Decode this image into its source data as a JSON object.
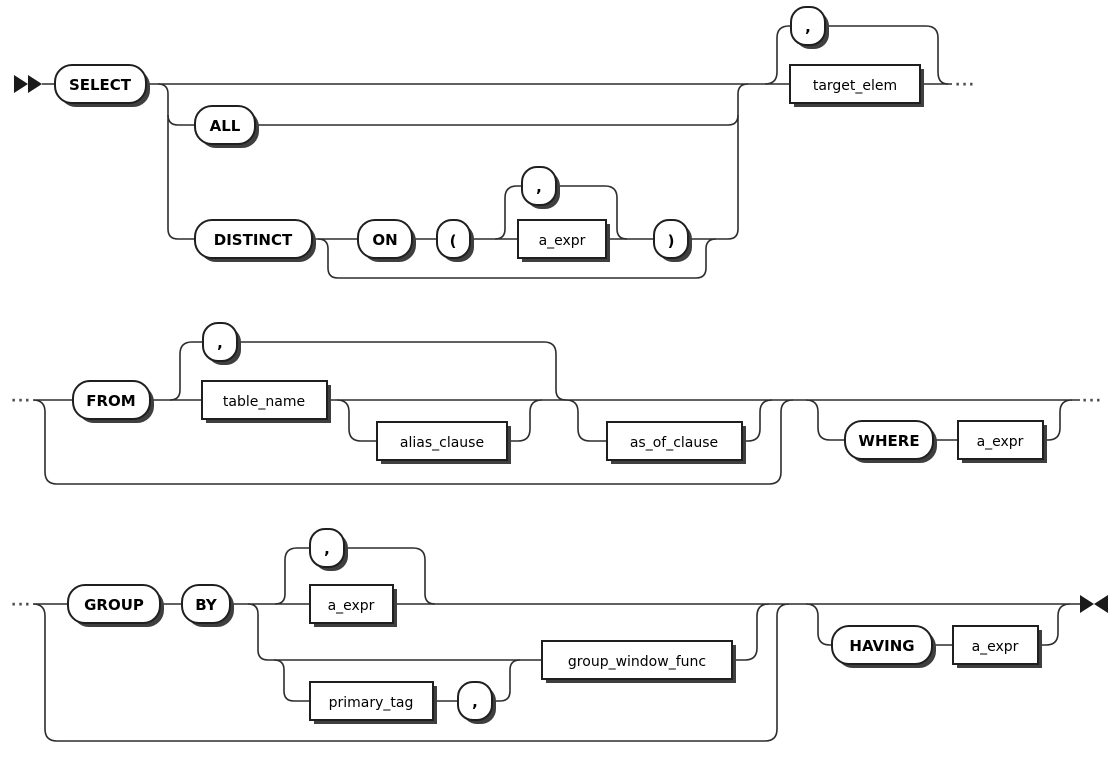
{
  "diagram": {
    "kind": "railroad-syntax-diagram",
    "statement": "SELECT",
    "row_count": 3
  },
  "nodes": {
    "select": "SELECT",
    "all": "ALL",
    "distinct": "DISTINCT",
    "on": "ON",
    "lparen": "(",
    "rparen": ")",
    "comma": ",",
    "a_expr": "a_expr",
    "target_elem": "target_elem",
    "from": "FROM",
    "table_name": "table_name",
    "alias_clause": "alias_clause",
    "as_of_clause": "as_of_clause",
    "where": "WHERE",
    "group": "GROUP",
    "by": "BY",
    "primary_tag": "primary_tag",
    "group_window_func": "group_window_func",
    "having": "HAVING"
  },
  "markers": {
    "continuation": "···"
  },
  "colors": {
    "ink": "#1f1f1f",
    "wire": "#2d2d2d",
    "shadow": "#3f3f3f",
    "background": "#ffffff"
  }
}
